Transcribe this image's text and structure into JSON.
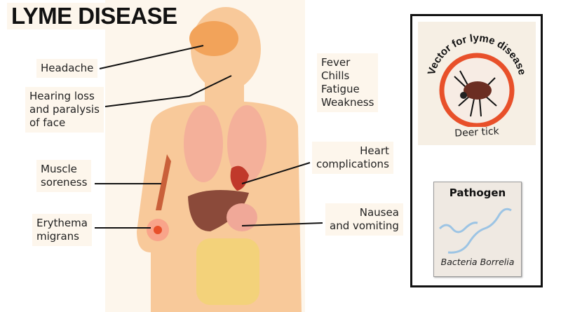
{
  "title": "LYME DISEASE",
  "symptoms": {
    "headache": "Headache",
    "hearing": [
      "Hearing loss",
      "and paralysis",
      "of face"
    ],
    "general": [
      "Fever",
      "Chills",
      "Fatigue",
      "Weakness"
    ],
    "heart": [
      "Heart",
      "complications"
    ],
    "muscle": [
      "Muscle",
      "soreness"
    ],
    "erythema": [
      "Erythema",
      "migrans"
    ],
    "nausea": [
      "Nausea",
      "and vomiting"
    ]
  },
  "panel": {
    "vector_title": "Vector for lyme disease",
    "vector_name": "Deer tick",
    "pathogen_title": "Pathogen",
    "pathogen_name": "Bacteria Borrelia"
  },
  "colors": {
    "skin": "#f8c99a",
    "ring": "#e8502a",
    "bacteria": "#9cc4e4"
  }
}
